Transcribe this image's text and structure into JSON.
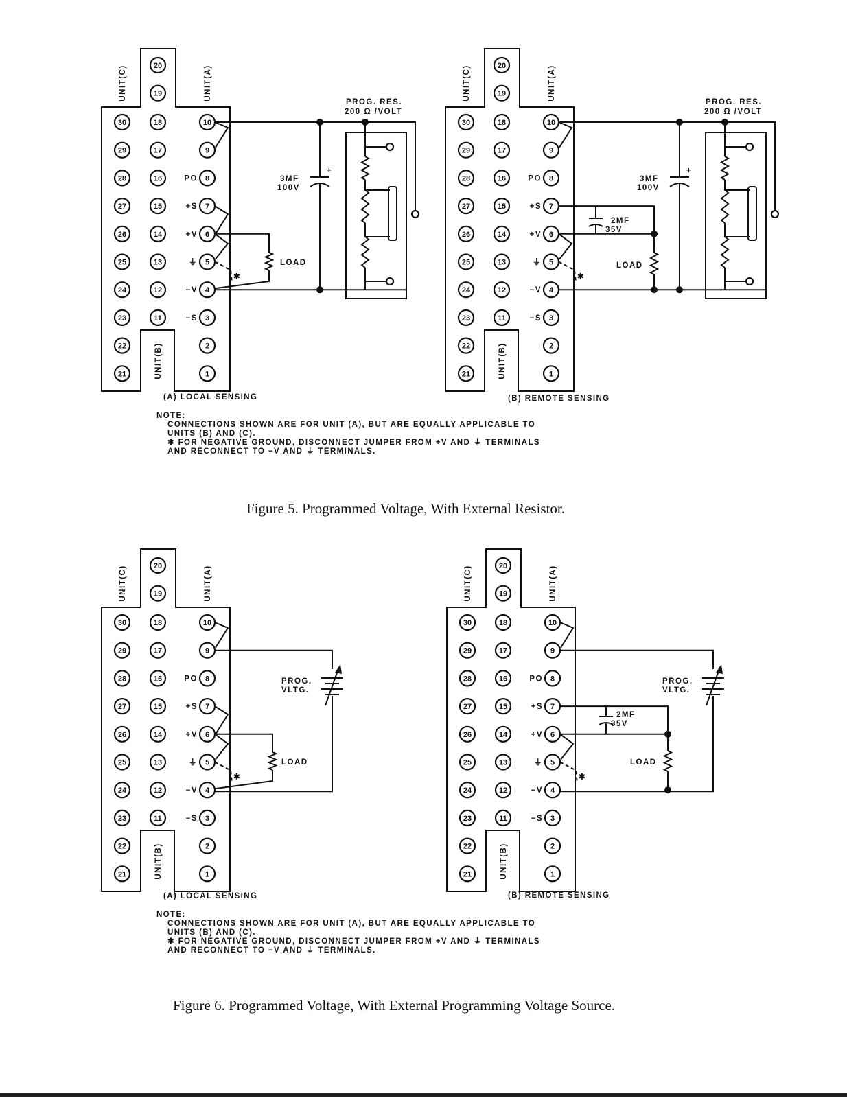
{
  "figure5": {
    "caption": "Figure 5. Programmed Voltage, With External Resistor.",
    "left_title": "(A) LOCAL SENSING",
    "right_title": "(B) REMOTE SENSING",
    "note": {
      "heading": "NOTE:",
      "line1": "CONNECTIONS SHOWN ARE FOR UNIT (A), BUT ARE EQUALLY APPLICABLE TO",
      "line2": "UNITS (B) AND (C).",
      "line3": "✱ FOR NEGATIVE GROUND, DISCONNECT JUMPER FROM +V AND ⏚ TERMINALS",
      "line4": "AND RECONNECT TO −V AND ⏚ TERMINALS."
    },
    "prog_res_label_1": "PROG. RES.",
    "prog_res_label_2": "200 Ω /VOLT",
    "cap_label_1": "3MF",
    "cap_label_2": "100V",
    "load_label": "LOAD",
    "cap2_label_1": "2MF",
    "cap2_label_2": "35V"
  },
  "figure6": {
    "caption": "Figure 6. Programmed Voltage, With External Programming Voltage Source.",
    "left_title": "(A) LOCAL SENSING",
    "right_title": "(B) REMOTE SENSING",
    "note": {
      "heading": "NOTE:",
      "line1": "CONNECTIONS SHOWN ARE FOR UNIT (A), BUT ARE EQUALLY APPLICABLE TO",
      "line2": "UNITS (B) AND (C).",
      "line3": "✱ FOR NEGATIVE GROUND, DISCONNECT JUMPER FROM +V AND ⏚ TERMINALS",
      "line4": "AND RECONNECT TO −V AND ⏚ TERMINALS."
    },
    "prog_vltg_label_1": "PROG.",
    "prog_vltg_label_2": "VLTG.",
    "load_label": "LOAD",
    "cap2_label_1": "2MF",
    "cap2_label_2": "35V"
  },
  "terminal_block": {
    "unit_c_label": "UNIT(C)",
    "unit_a_label": "UNIT(A)",
    "unit_b_label": "UNIT(B)",
    "col_c": [
      "30",
      "29",
      "28",
      "27",
      "26",
      "25",
      "24",
      "23",
      "22",
      "21"
    ],
    "col_b_top": [
      "20",
      "19"
    ],
    "col_b": [
      "18",
      "17",
      "16",
      "15",
      "14",
      "13",
      "12",
      "11"
    ],
    "col_a": [
      "10",
      "9",
      "8",
      "7",
      "6",
      "5",
      "4",
      "3",
      "2",
      "1"
    ],
    "col_a_labels": [
      "",
      "",
      "PO",
      "+S",
      "+V",
      "⏚",
      "−V",
      "−S",
      "",
      ""
    ],
    "jumper_mark": "✱"
  }
}
